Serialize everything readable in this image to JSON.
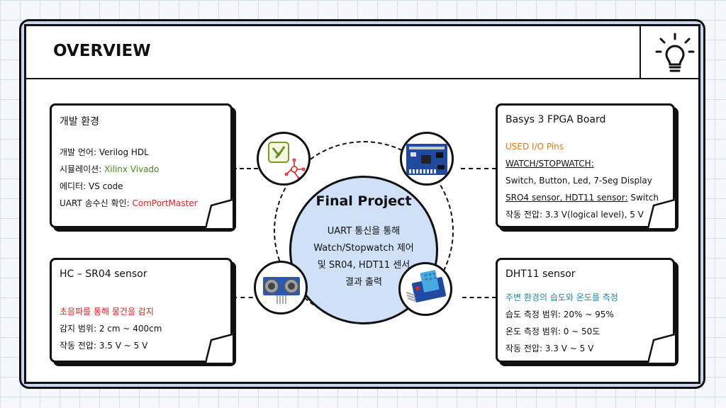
{
  "header": {
    "title": "OVERVIEW",
    "icon": "lightbulb-icon"
  },
  "cards": {
    "dev_env": {
      "title": "개발 환경",
      "lines": [
        {
          "label": "개발 언어: ",
          "value": "Verilog HDL"
        },
        {
          "label": "시뮬레이션: ",
          "value": "Xilinx Vivado"
        },
        {
          "label": "에디터: ",
          "value": "VS code"
        },
        {
          "label": "UART 송수신 확인: ",
          "value": "ComPortMaster"
        }
      ]
    },
    "basys": {
      "title": "Basys 3 FPGA Board",
      "line1": "USED I/O Pins",
      "line2": "WATCH/STOPWATCH:",
      "line3": "Switch, Button, Led, 7-Seg Display",
      "line4_label": "SRO4 sensor, HDT11 sensor:",
      "line4_value": " Switch",
      "line5": "작동 전압: 3.3 V(logical level), 5 V"
    },
    "hcsr04": {
      "title": "HC – SR04 sensor",
      "line1": "초음파를 통해 물건을 감지",
      "line2": "감지 범위: 2 cm ~ 400cm",
      "line3": "작동 전압: 3.5 V ~ 5 V"
    },
    "dht11": {
      "title": "DHT11 sensor",
      "line1": "주변 환경의 습도와 온도를 측정",
      "line2": "습도 측정 범위: 20% ~ 95%",
      "line3": "온도 측정 범위: 0 ~ 50도",
      "line4": "작동 전압: 3.3 V ~ 5 V"
    }
  },
  "center": {
    "title": "Final Project",
    "lines": [
      "UART 통신을 통해",
      "Watch/Stopwatch 제어",
      "및 SR04, HDT11 센서",
      "결과 출력"
    ]
  },
  "bubbles": {
    "top_left": "vivado-logo-icon",
    "top_right": "basys3-board-image",
    "bottom_left": "hc-sr04-sensor-image",
    "bottom_right": "dht11-sensor-image"
  },
  "colors": {
    "frame": "#c9d7f1",
    "center_fill": "#cfe0f7",
    "green": "#4d8a1f",
    "red": "#e02323",
    "orange": "#e07a1a",
    "teal": "#1c8aa0"
  }
}
